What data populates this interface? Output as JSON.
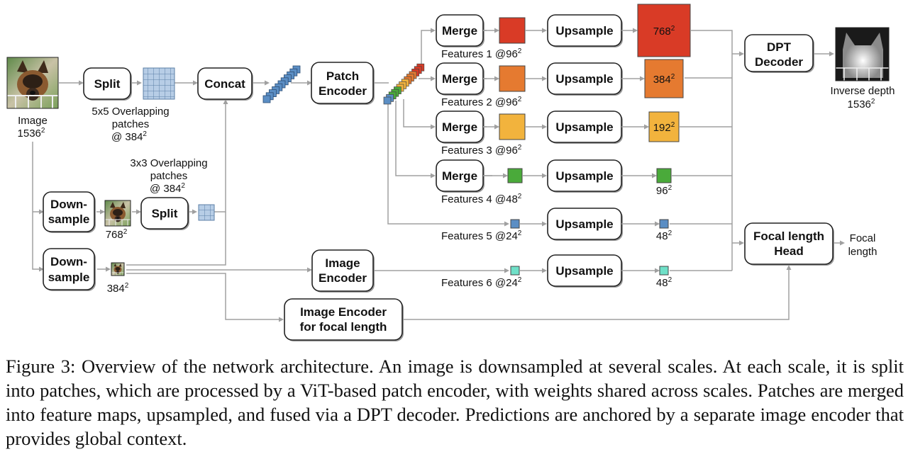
{
  "figure": {
    "input": {
      "label": "Image",
      "size": "1536",
      "exp": "2"
    },
    "split_top": {
      "label": "Split",
      "caption_lines": [
        "5x5 Overlapping",
        "patches",
        "@ 384"
      ],
      "exp": "2"
    },
    "concat": {
      "label": "Concat"
    },
    "patch_encoder": {
      "lines": [
        "Patch",
        "Encoder"
      ]
    },
    "downsample1": {
      "lines": [
        "Down-",
        "sample"
      ],
      "size": "768",
      "exp": "2"
    },
    "split_mid": {
      "label": "Split",
      "caption_lines": [
        "3x3 Overlapping",
        "patches",
        "@ 384"
      ],
      "exp": "2"
    },
    "downsample2": {
      "lines": [
        "Down-",
        "sample"
      ],
      "size": "384",
      "exp": "2"
    },
    "image_encoder": {
      "lines": [
        "Image",
        "Encoder"
      ]
    },
    "image_encoder_focal": {
      "lines": [
        "Image Encoder",
        "for focal length"
      ]
    },
    "merge_label": "Merge",
    "upsample_label": "Upsample",
    "features": [
      {
        "name": "Features 1 @96",
        "exp": "2",
        "color": "#d93b26",
        "out": "768",
        "out_exp": "2",
        "has_merge": true
      },
      {
        "name": "Features 2 @96",
        "exp": "2",
        "color": "#e57a30",
        "out": "384",
        "out_exp": "2",
        "has_merge": true
      },
      {
        "name": "Features 3 @96",
        "exp": "2",
        "color": "#f2b33d",
        "out": "192",
        "out_exp": "2",
        "has_merge": true
      },
      {
        "name": "Features 4 @48",
        "exp": "2",
        "color": "#4aaa3a",
        "out": "96",
        "out_exp": "2",
        "has_merge": true
      },
      {
        "name": "Features 5 @24",
        "exp": "2",
        "color": "#5b8ec4",
        "out": "48",
        "out_exp": "2",
        "has_merge": false
      },
      {
        "name": "Features 6 @24",
        "exp": "2",
        "color": "#6fe0c8",
        "out": "48",
        "out_exp": "2",
        "has_merge": false
      }
    ],
    "dpt_decoder": {
      "lines": [
        "DPT",
        "Decoder"
      ]
    },
    "output": {
      "lines": [
        "Inverse depth",
        "1536"
      ],
      "exp": "2"
    },
    "focal_head": {
      "lines": [
        "Focal length",
        "Head"
      ]
    },
    "focal_out": {
      "lines": [
        "Focal",
        "length"
      ]
    },
    "colors": {
      "patch_blue": "#5b8ec4",
      "wire": "#a0a0a0"
    }
  },
  "caption": "Figure 3: Overview of the network architecture. An image is downsampled at several scales. At each scale, it is split into patches, which are processed by a ViT-based patch encoder, with weights shared across scales. Patches are merged into feature maps, upsampled, and fused via a DPT decoder. Predictions are anchored by a separate image encoder that provides global context."
}
